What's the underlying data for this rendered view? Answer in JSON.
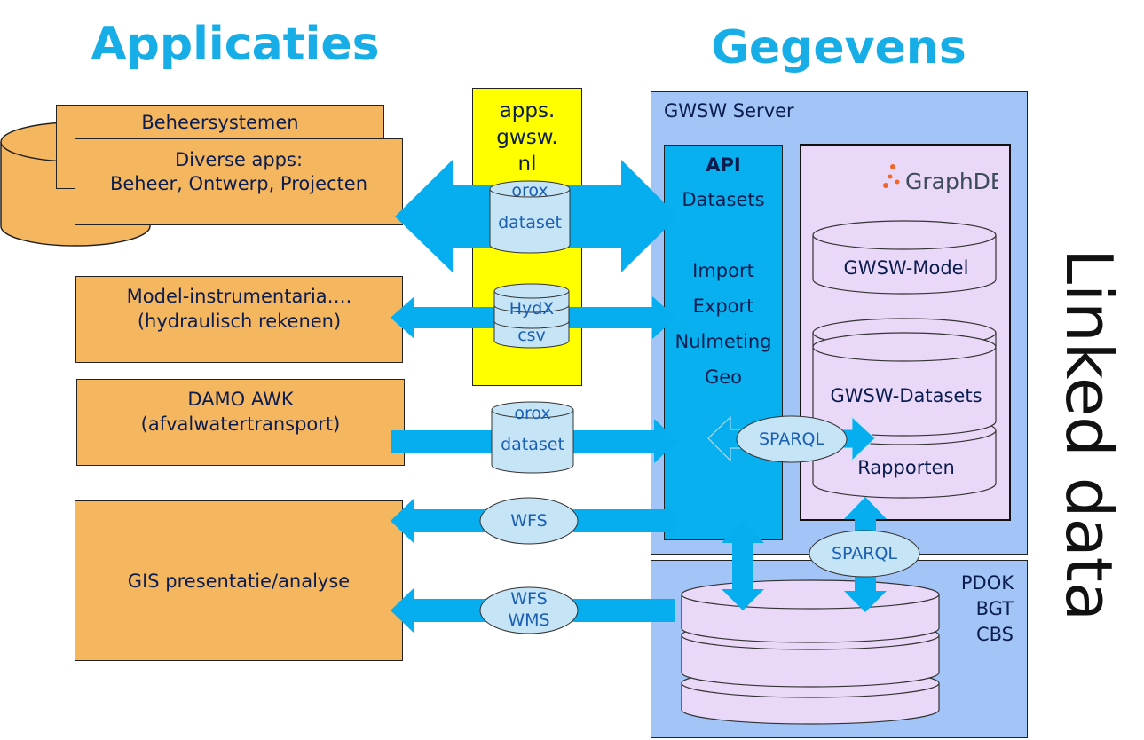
{
  "headings": {
    "left": "Applicaties",
    "right": "Gegevens"
  },
  "apps": {
    "beheersystemen": "Beheersystemen",
    "diverse_line1": "Diverse apps:",
    "diverse_line2": "Beheer, Ontwerp, Projecten",
    "model_line1": "Model-instrumentaria….",
    "model_line2": "(hydraulisch rekenen)",
    "damo_line1": "DAMO AWK",
    "damo_line2": "(afvalwatertransport)",
    "gis": "GIS presentatie/analyse"
  },
  "portal": {
    "line1": "apps.",
    "line2": "gwsw.",
    "line3": "nl"
  },
  "connectors": {
    "c1_top": "orox",
    "c1_bottom": "dataset",
    "c2_top": "HydX",
    "c2_bottom": "csv",
    "c3_top": "orox",
    "c3_bottom": "dataset",
    "wfs": "WFS",
    "wfs2_line1": "WFS",
    "wfs2_line2": "WMS",
    "sparql1": "SPARQL",
    "sparql2": "SPARQL"
  },
  "server": {
    "title": "GWSW Server",
    "api_title": "API",
    "api_items": [
      "Datasets",
      "Import",
      "Export",
      "Nulmeting",
      "Geo"
    ],
    "graphdb_logo": "GraphDB",
    "db_model": "GWSW-Model",
    "db_datasets": "GWSW-Datasets",
    "db_rapporten": "Rapporten"
  },
  "external": {
    "line1": "PDOK",
    "line2": "BGT",
    "line3": "CBS"
  },
  "side_label": "Linked data",
  "colors": {
    "accent_blue": "#17aee8",
    "arrow_blue": "#06aeef",
    "orange": "#f5b660",
    "yellow": "#ffff00",
    "panel_blue": "#a3c4f6",
    "lavender": "#ead8f8"
  }
}
